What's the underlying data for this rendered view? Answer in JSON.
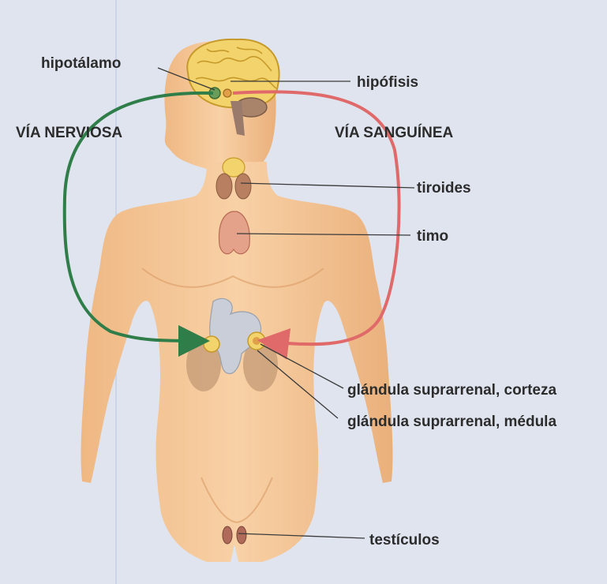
{
  "labels": {
    "hipotalamo": "hipotálamo",
    "hipofisis": "hipófisis",
    "via_nerviosa": "VÍA NERVIOSA",
    "via_sanguinea": "VÍA SANGUÍNEA",
    "tiroides": "tiroides",
    "timo": "timo",
    "suprarrenal_corteza": "glándula suprarrenal, corteza",
    "suprarrenal_medula": "glándula suprarrenal, médula",
    "testiculos": "testículos"
  },
  "colors": {
    "background": "#dfe4ef",
    "skin": "#f5c99a",
    "nerve_pathway": "#2f7d48",
    "blood_pathway": "#e06a6a",
    "brain": "#f3d36b",
    "gland": "#e4a28a"
  }
}
